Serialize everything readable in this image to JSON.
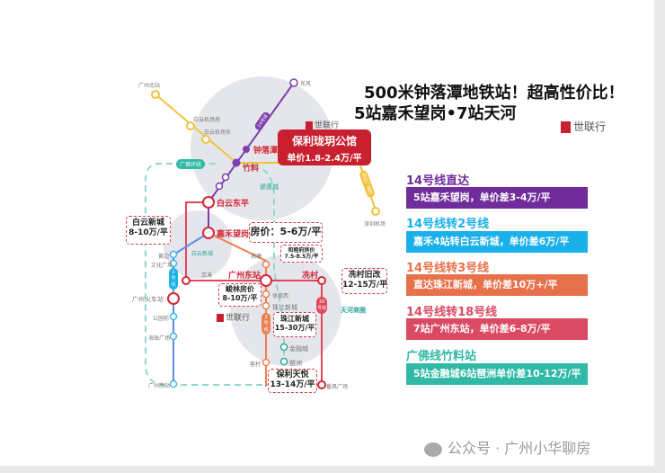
{
  "title": {
    "line1": "500米钟落潭地铁站！超高性价比！",
    "line2": "5站嘉禾望岗•7站天河"
  },
  "logo": {
    "text": "世联行"
  },
  "project": {
    "name": "保利珑玥公馆",
    "price": "单价1.8-2.4万/平"
  },
  "stations": {
    "gzbz": "广州北站",
    "byjcn": "白云机场南",
    "byjcd": "白云机场东",
    "dongfeng": "东风",
    "zhongluotan": "钟落潭",
    "zhuliao": "竹料",
    "bydp": "白云东平",
    "jhwg": "嘉禾望岗",
    "szjc": "深圳机场",
    "huangbian": "黄边",
    "whgc": "文化广场",
    "jingxi": "京溪",
    "gzhcz": "广州火车站",
    "gyq": "公园前",
    "hzgc": "海珠广场",
    "gznz": "广州南站",
    "yantang": "燕塘",
    "gzdz": "广州东站",
    "xiancun": "冼村",
    "tyx": "体育西",
    "zjxc": "珠江新城",
    "jinrongcheng": "金融城",
    "pazhou": "琶洲",
    "kecun": "客村",
    "pygc": "番禺广场"
  },
  "areas": {
    "jiankangcheng": "健康城",
    "byxc": "白云新城",
    "thsq": "天河商圈"
  },
  "line_labels": {
    "l14": "14号线",
    "gf": "广佛环线",
    "xbg": "新白广城际",
    "l2": "2号线",
    "l3": "3号线",
    "l18": "18号线"
  },
  "price_boxes": [
    {
      "name": "房价：",
      "price": "5-6万/平"
    },
    {
      "name": "白云新城",
      "price": "8-10万/平"
    },
    {
      "name": "和睦府房价",
      "price": "7.5-8.5万/平"
    },
    {
      "name": "冼村旧改",
      "price": "12-15万/平"
    },
    {
      "name": "峻林房价",
      "price": "8-10万/平"
    },
    {
      "name": "珠江新城",
      "price": "15-30万/平"
    },
    {
      "name": "保利天悦",
      "price": "13-14万/平"
    }
  ],
  "sections": [
    {
      "heading": "14号线直达",
      "text": "5站嘉禾望岗，单价差3-4万/平",
      "color": "#6f2c9a"
    },
    {
      "heading": "14号线转2号线",
      "text": "嘉禾4站转白云新城，单价差6万/平",
      "color": "#1ab0ea"
    },
    {
      "heading": "14号线转3号线",
      "text": "直达珠江新城，单价差10万+/平",
      "color": "#e7714a"
    },
    {
      "heading": "14号线转18号线",
      "text": "7站广州东站，单价差6-8万/平",
      "color": "#db4a63"
    },
    {
      "heading": "广佛线竹料站",
      "text": "5站金融城6站琶洲单价差10-12万/平",
      "color": "#2fb9a6"
    }
  ],
  "footer": {
    "text": "公众号 · 广州小华聊房"
  }
}
